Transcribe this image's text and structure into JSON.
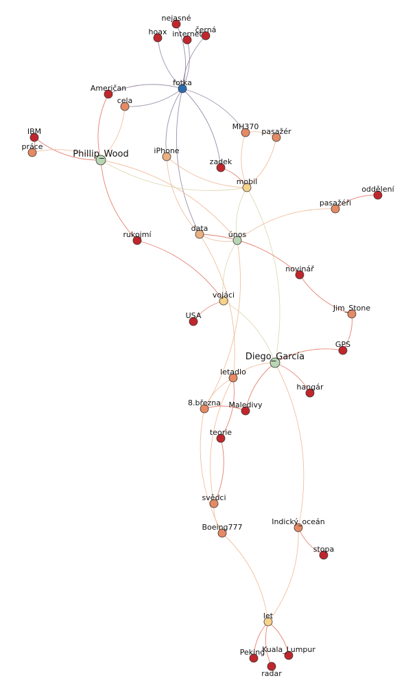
{
  "graph": {
    "node_types": {
      "hub_blue": "#2b6cb0",
      "hub_green": "#b9d6b4",
      "hub_yellow": "#f6d28a",
      "orange": "#e48a64",
      "red": "#c0272d",
      "light_orange": "#eab080"
    },
    "nodes": [
      {
        "id": "nejasne",
        "label": "nejasné",
        "type": "red"
      },
      {
        "id": "hoax",
        "label": "hoax",
        "type": "red"
      },
      {
        "id": "internet",
        "label": "internet",
        "type": "red"
      },
      {
        "id": "cerna",
        "label": "černá",
        "type": "red"
      },
      {
        "id": "fotka",
        "label": "fotka",
        "type": "hub_blue"
      },
      {
        "id": "american",
        "label": "Američan",
        "type": "red"
      },
      {
        "id": "cela",
        "label": "cela",
        "type": "orange"
      },
      {
        "id": "ibm",
        "label": "IBM",
        "type": "red"
      },
      {
        "id": "prace",
        "label": "práce",
        "type": "orange"
      },
      {
        "id": "phillip",
        "label": "Phillip_Wood",
        "type": "hub_green",
        "big": true
      },
      {
        "id": "mh370",
        "label": "MH370",
        "type": "orange"
      },
      {
        "id": "pasazer",
        "label": "pasažér",
        "type": "orange"
      },
      {
        "id": "iphone",
        "label": "iPhone",
        "type": "light_orange"
      },
      {
        "id": "zadek",
        "label": "zadek",
        "type": "red"
      },
      {
        "id": "mobil",
        "label": "mobil",
        "type": "hub_yellow"
      },
      {
        "id": "oddeleni",
        "label": "oddělení",
        "type": "red"
      },
      {
        "id": "pasazeri",
        "label": "pasažéři",
        "type": "orange"
      },
      {
        "id": "rukojmi",
        "label": "rukojmí",
        "type": "red"
      },
      {
        "id": "data",
        "label": "data",
        "type": "light_orange"
      },
      {
        "id": "unos",
        "label": "únos",
        "type": "hub_green"
      },
      {
        "id": "novinar",
        "label": "novinář",
        "type": "red"
      },
      {
        "id": "vojaci",
        "label": "vojáci",
        "type": "hub_yellow"
      },
      {
        "id": "usa",
        "label": "USA",
        "type": "red"
      },
      {
        "id": "jimstone",
        "label": "Jim_Stone",
        "type": "orange"
      },
      {
        "id": "gps",
        "label": "GPS",
        "type": "red"
      },
      {
        "id": "diego",
        "label": "Diego_García",
        "type": "hub_green",
        "big": true
      },
      {
        "id": "letadlo",
        "label": "letadlo",
        "type": "orange"
      },
      {
        "id": "hangar",
        "label": "hangár",
        "type": "red"
      },
      {
        "id": "brezna",
        "label": "8.března",
        "type": "orange"
      },
      {
        "id": "maledivy",
        "label": "Maledivy",
        "type": "red"
      },
      {
        "id": "terorie",
        "label": "teorie",
        "type": "red"
      },
      {
        "id": "svedci",
        "label": "svědci",
        "type": "orange"
      },
      {
        "id": "boeing",
        "label": "Boeing777",
        "type": "orange"
      },
      {
        "id": "indicky",
        "label": "Indický_oceán",
        "type": "orange"
      },
      {
        "id": "stopa",
        "label": "stopa",
        "type": "red"
      },
      {
        "id": "let",
        "label": "let",
        "type": "hub_yellow"
      },
      {
        "id": "peking",
        "label": "Peking",
        "type": "red"
      },
      {
        "id": "kuala",
        "label": "Kuala_Lumpur",
        "type": "red"
      },
      {
        "id": "radar",
        "label": "radar",
        "type": "red"
      }
    ],
    "edges": [
      [
        "nejasne",
        "fotka"
      ],
      [
        "hoax",
        "fotka"
      ],
      [
        "internet",
        "fotka"
      ],
      [
        "cerna",
        "fotka"
      ],
      [
        "american",
        "fotka"
      ],
      [
        "cela",
        "fotka"
      ],
      [
        "fotka",
        "mh370"
      ],
      [
        "fotka",
        "iphone"
      ],
      [
        "fotka",
        "zadek"
      ],
      [
        "fotka",
        "data"
      ],
      [
        "cela",
        "phillip"
      ],
      [
        "american",
        "phillip"
      ],
      [
        "ibm",
        "prace"
      ],
      [
        "ibm",
        "phillip"
      ],
      [
        "prace",
        "phillip"
      ],
      [
        "phillip",
        "rukojmi"
      ],
      [
        "phillip",
        "unos"
      ],
      [
        "phillip",
        "mobil"
      ],
      [
        "mh370",
        "pasazer"
      ],
      [
        "mh370",
        "mobil"
      ],
      [
        "pasazer",
        "mobil"
      ],
      [
        "iphone",
        "mobil"
      ],
      [
        "zadek",
        "mobil"
      ],
      [
        "mobil",
        "unos"
      ],
      [
        "mobil",
        "diego"
      ],
      [
        "iphone",
        "data"
      ],
      [
        "pasazeri",
        "oddeleni"
      ],
      [
        "pasazeri",
        "unos"
      ],
      [
        "data",
        "novinar"
      ],
      [
        "data",
        "unos"
      ],
      [
        "data",
        "letadlo"
      ],
      [
        "unos",
        "vojaci"
      ],
      [
        "unos",
        "brezna"
      ],
      [
        "novinar",
        "jimstone"
      ],
      [
        "jimstone",
        "gps"
      ],
      [
        "gps",
        "diego"
      ],
      [
        "rukojmi",
        "vojaci"
      ],
      [
        "vojaci",
        "usa"
      ],
      [
        "vojaci",
        "diego"
      ],
      [
        "diego",
        "letadlo"
      ],
      [
        "diego",
        "hangar"
      ],
      [
        "diego",
        "maledivy"
      ],
      [
        "diego",
        "indicky"
      ],
      [
        "letadlo",
        "brezna"
      ],
      [
        "letadlo",
        "terorie"
      ],
      [
        "letadlo",
        "svedci"
      ],
      [
        "brezna",
        "maledivy"
      ],
      [
        "brezna",
        "boeing"
      ],
      [
        "terorie",
        "svedci"
      ],
      [
        "svedci",
        "boeing"
      ],
      [
        "boeing",
        "let"
      ],
      [
        "indicky",
        "stopa"
      ],
      [
        "indicky",
        "let"
      ],
      [
        "let",
        "peking"
      ],
      [
        "let",
        "kuala"
      ],
      [
        "let",
        "radar"
      ]
    ]
  }
}
